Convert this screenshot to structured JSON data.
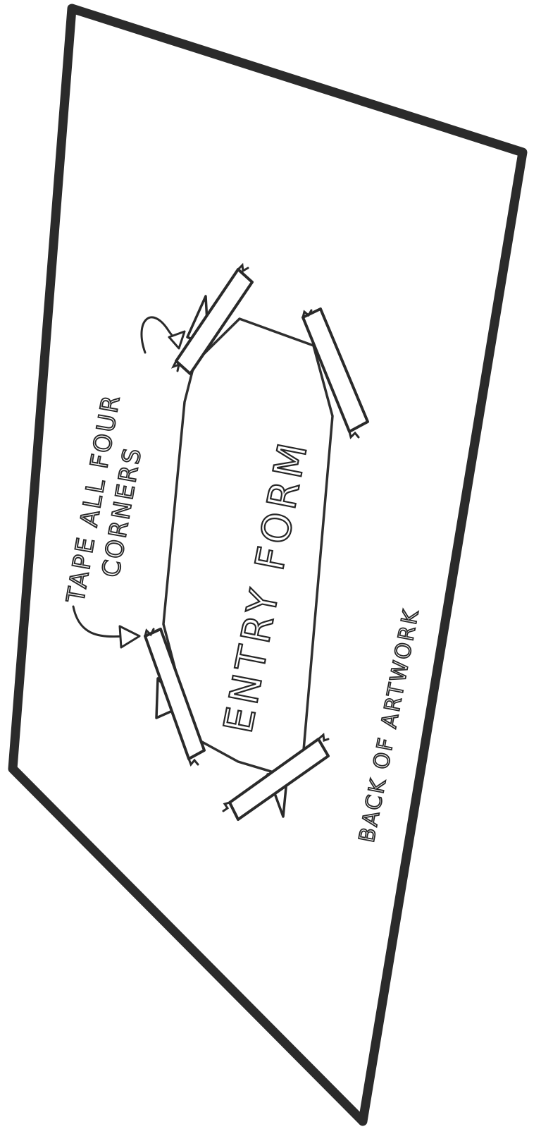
{
  "labels": {
    "entry_form": "ENTRY FORM",
    "tape_note_line1": "TAPE ALL FOUR",
    "tape_note_line2": "CORNERS",
    "back_of_artwork": "BACK OF ARTWORK"
  },
  "icons": {
    "tape_strips": [
      "tape-strip-icon",
      "tape-strip-icon",
      "tape-strip-icon",
      "tape-strip-icon"
    ],
    "arrows": [
      "arrow-icon",
      "arrow-icon"
    ]
  },
  "colors": {
    "ink": "#2b2b2b",
    "paper": "#ffffff"
  }
}
